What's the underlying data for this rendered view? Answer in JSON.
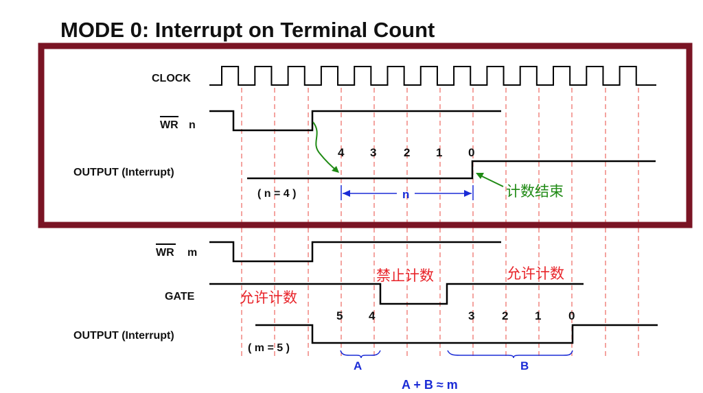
{
  "title": "MODE 0: Interrupt on Terminal Count",
  "top_panel": {
    "clock_label": "CLOCK",
    "wr_label_bar": "WR",
    "wr_label_var": "n",
    "output_label": "OUTPUT (Interrupt)",
    "count_values": [
      "4",
      "3",
      "2",
      "1",
      "0"
    ],
    "n_note": "( n = 4 )",
    "n_span_label": "n",
    "end_note": "计数结束",
    "frame_color": "#7a1424"
  },
  "bottom_panel": {
    "wr_label_bar": "WR",
    "wr_label_var": "m",
    "gate_label": "GATE",
    "output_label": "OUTPUT (Interrupt)",
    "gate_allow_1": "允许计数",
    "gate_forbid": "禁止计数",
    "gate_allow_2": "允许计数",
    "count_values_a": [
      "5",
      "4"
    ],
    "count_values_b": [
      "3",
      "2",
      "1",
      "0"
    ],
    "m_note": "( m = 5 )",
    "brace_a": "A",
    "brace_b": "B",
    "equation": "A + B ≈ m"
  },
  "colors": {
    "signal": "#000000",
    "guide": "#e8473f",
    "note_red": "#e8242a",
    "note_green": "#1f8a14",
    "annotation_blue": "#1a2bd6"
  }
}
